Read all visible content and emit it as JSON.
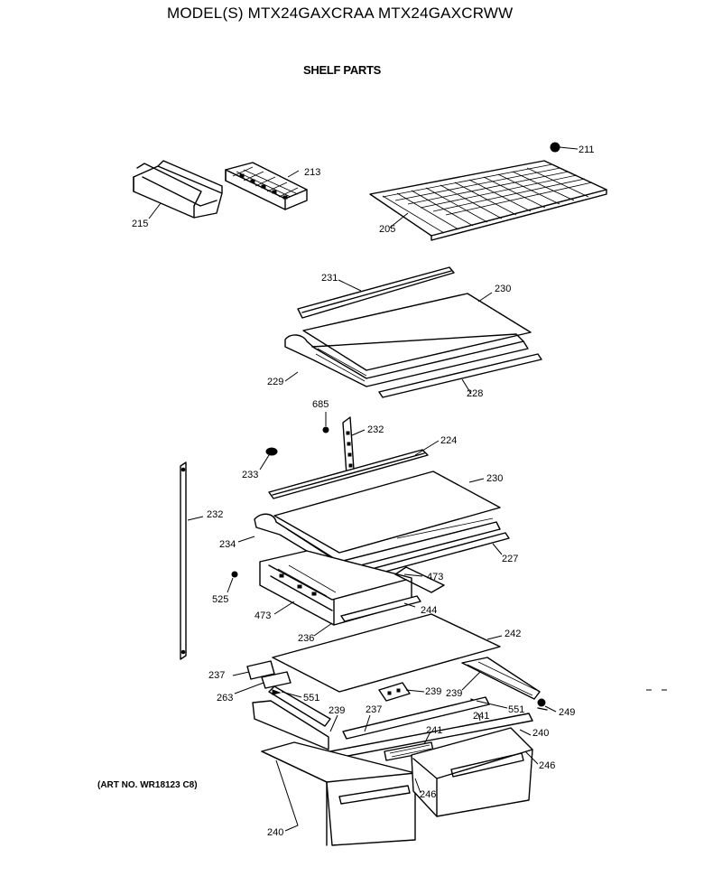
{
  "header": {
    "model_line": "MODEL(S) MTX24GAXCRAA  MTX24GAXCRWW",
    "section_title": "SHELF PARTS"
  },
  "footer": {
    "art_number": "(ART NO. WR18123 C8)"
  },
  "callouts": {
    "c211": "211",
    "c213": "213",
    "c215": "215",
    "c205": "205",
    "c231": "231",
    "c230a": "230",
    "c229": "229",
    "c228": "228",
    "c685": "685",
    "c232a": "232",
    "c224": "224",
    "c233": "233",
    "c230b": "230",
    "c232b": "232",
    "c234": "234",
    "c227": "227",
    "c473a": "473",
    "c525": "525",
    "c473b": "473",
    "c244": "244",
    "c236": "236",
    "c242": "242",
    "c237a": "237",
    "c263": "263",
    "c551a": "551",
    "c239a": "239",
    "c239b": "239",
    "c239c": "239",
    "c237b": "237",
    "c241a": "241",
    "c241b": "241",
    "c551b": "551",
    "c249": "249",
    "c240a": "240",
    "c246a": "246",
    "c246b": "246",
    "c240b": "240"
  }
}
